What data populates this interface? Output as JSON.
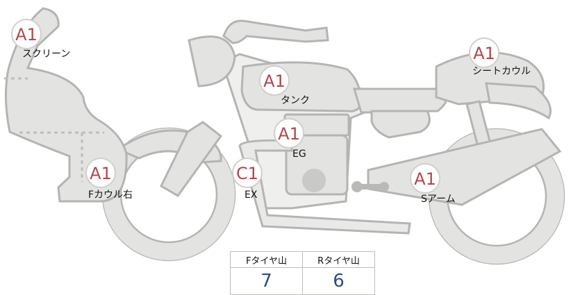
{
  "parts": {
    "screen": {
      "grade": "A1",
      "label": "スクリーン"
    },
    "seat_cowl": {
      "grade": "A1",
      "label": "シートカウル"
    },
    "tank": {
      "grade": "A1",
      "label": "タンク"
    },
    "engine": {
      "grade": "A1",
      "label": "EG"
    },
    "front_cowl": {
      "grade": "A1",
      "label": "Fカウル右"
    },
    "exhaust": {
      "grade": "C1",
      "label": "EX"
    },
    "swingarm": {
      "grade": "A1",
      "label": "Sアーム"
    }
  },
  "tires": {
    "front_header": "Fタイヤ山",
    "rear_header": "Rタイヤ山",
    "front_value": "7",
    "rear_value": "6"
  },
  "colors": {
    "part_fill": "#e3e3e1",
    "part_outline": "#b4b4b2",
    "grade_text": "#b04848",
    "tire_value": "#2f4a8a"
  }
}
